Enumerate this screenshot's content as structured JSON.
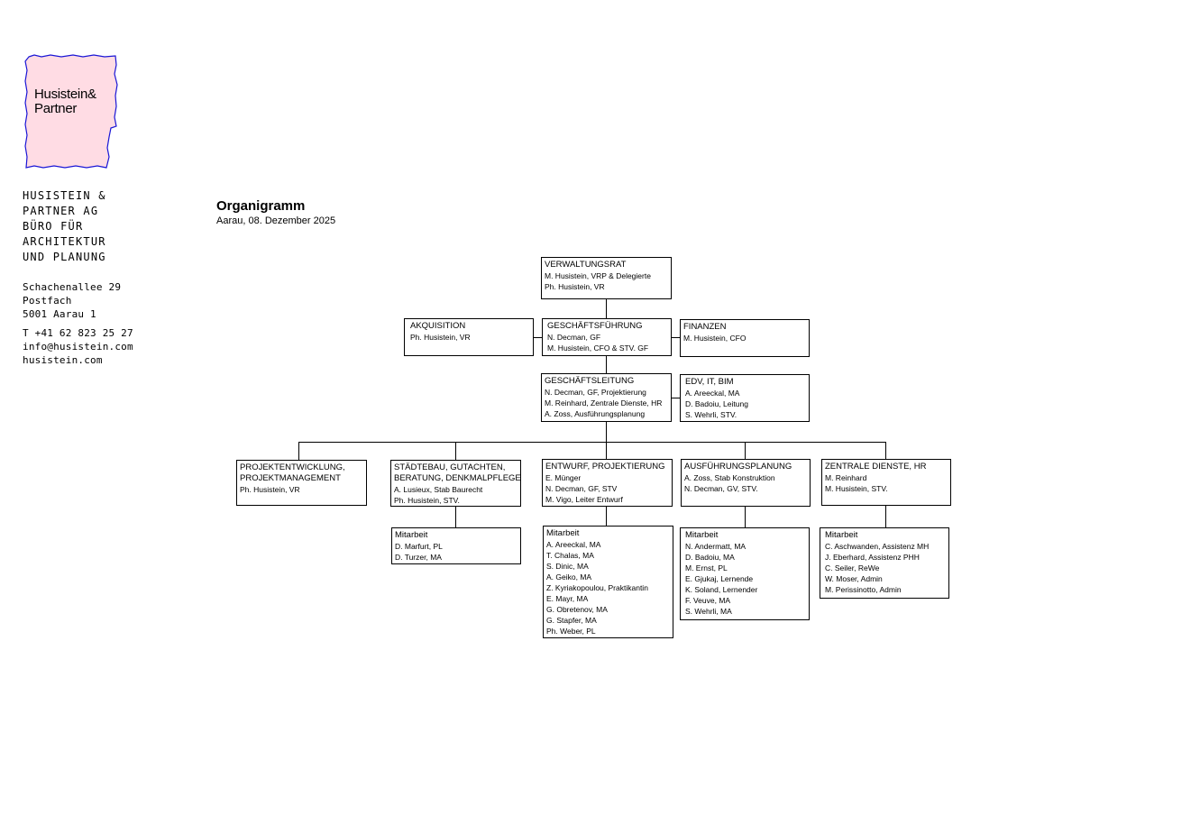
{
  "logo": {
    "line1": "Husistein&",
    "line2": "Partner",
    "fill": "#ffdce4",
    "stroke": "#1a16d6"
  },
  "company": [
    "HUSISTEIN &",
    "PARTNER AG",
    "BÜRO FÜR",
    "ARCHITEKTUR",
    "UND PLANUNG"
  ],
  "address": [
    "Schachenallee 29",
    "Postfach",
    "5001 Aarau 1"
  ],
  "contact": [
    "T +41 62 823 25 27",
    "info@husistein.com",
    "husistein.com"
  ],
  "document": {
    "title": "Organigramm",
    "subtitle": "Aarau, 08. Dezember 2025"
  },
  "org": {
    "verwaltungsrat": {
      "title": "VERWALTUNGSRAT",
      "members": [
        "M. Husistein, VRP & Delegierte",
        "Ph. Husistein, VR"
      ]
    },
    "akquisition": {
      "title": "AKQUISITION",
      "members": [
        "Ph. Husistein, VR"
      ]
    },
    "geschaeftsfuehrung": {
      "title": "GESCHÄFTSFÜHRUNG",
      "members": [
        "N. Decman, GF",
        "M. Husistein, CFO & STV. GF"
      ]
    },
    "finanzen": {
      "title": "FINANZEN",
      "members": [
        "M. Husistein, CFO"
      ]
    },
    "geschaeftsleitung": {
      "title": "GESCHÄFTSLEITUNG",
      "members": [
        "N. Decman, GF, Projektierung",
        "M. Reinhard, Zentrale Dienste, HR",
        "A. Zoss, Ausführungsplanung"
      ]
    },
    "edv": {
      "title": "EDV, IT, BIM",
      "members": [
        "A. Areeckal, MA",
        "D. Badoiu, Leitung",
        "S. Wehrli, STV."
      ]
    },
    "projektentwicklung": {
      "title": "PROJEKTENTWICKLUNG,",
      "title2": "PROJEKTMANAGEMENT",
      "members": [
        "Ph. Husistein, VR"
      ]
    },
    "staedtebau": {
      "title": "STÄDTEBAU, GUTACHTEN,",
      "title2": "BERATUNG, DENKMALPFLEGE",
      "members": [
        "A. Lusieux, Stab Baurecht",
        "Ph. Husistein, STV."
      ]
    },
    "entwurf": {
      "title": "ENTWURF, PROJEKTIERUNG",
      "members": [
        "E. Münger",
        "N. Decman, GF, STV",
        "M. Vigo, Leiter Entwurf"
      ]
    },
    "ausfuehrung": {
      "title": "AUSFÜHRUNGSPLANUNG",
      "members": [
        "A. Zoss, Stab Konstruktion",
        "N. Decman, GV, STV."
      ]
    },
    "zentrale": {
      "title": "ZENTRALE DIENSTE, HR",
      "members": [
        "M. Reinhard",
        "M. Husistein, STV."
      ]
    },
    "mitarbeit_staedtebau": {
      "title": "Mitarbeit",
      "members": [
        "D. Marfurt, PL",
        "D. Turzer, MA"
      ]
    },
    "mitarbeit_entwurf": {
      "title": "Mitarbeit",
      "members": [
        "A. Areeckal, MA",
        "T. Chalas, MA",
        "S. Dinic, MA",
        "A. Geiko, MA",
        "Z. Kyriakopoulou, Praktikantin",
        "E. Mayr, MA",
        "G. Obretenov, MA",
        "G. Stapfer, MA",
        "Ph. Weber, PL"
      ]
    },
    "mitarbeit_ausfuehrung": {
      "title": "Mitarbeit",
      "members": [
        "N. Andermatt, MA",
        "D. Badoiu, MA",
        "M. Ernst, PL",
        "E. Gjukaj, Lernende",
        "K. Soland, Lernender",
        "F. Veuve, MA",
        "S. Wehrli, MA"
      ]
    },
    "mitarbeit_zentrale": {
      "title": "Mitarbeit",
      "members": [
        "C. Aschwanden, Assistenz MH",
        "J. Eberhard, Assistenz PHH",
        "C. Seiler, ReWe",
        "W. Moser, Admin",
        "M. Perissinotto, Admin"
      ]
    }
  }
}
